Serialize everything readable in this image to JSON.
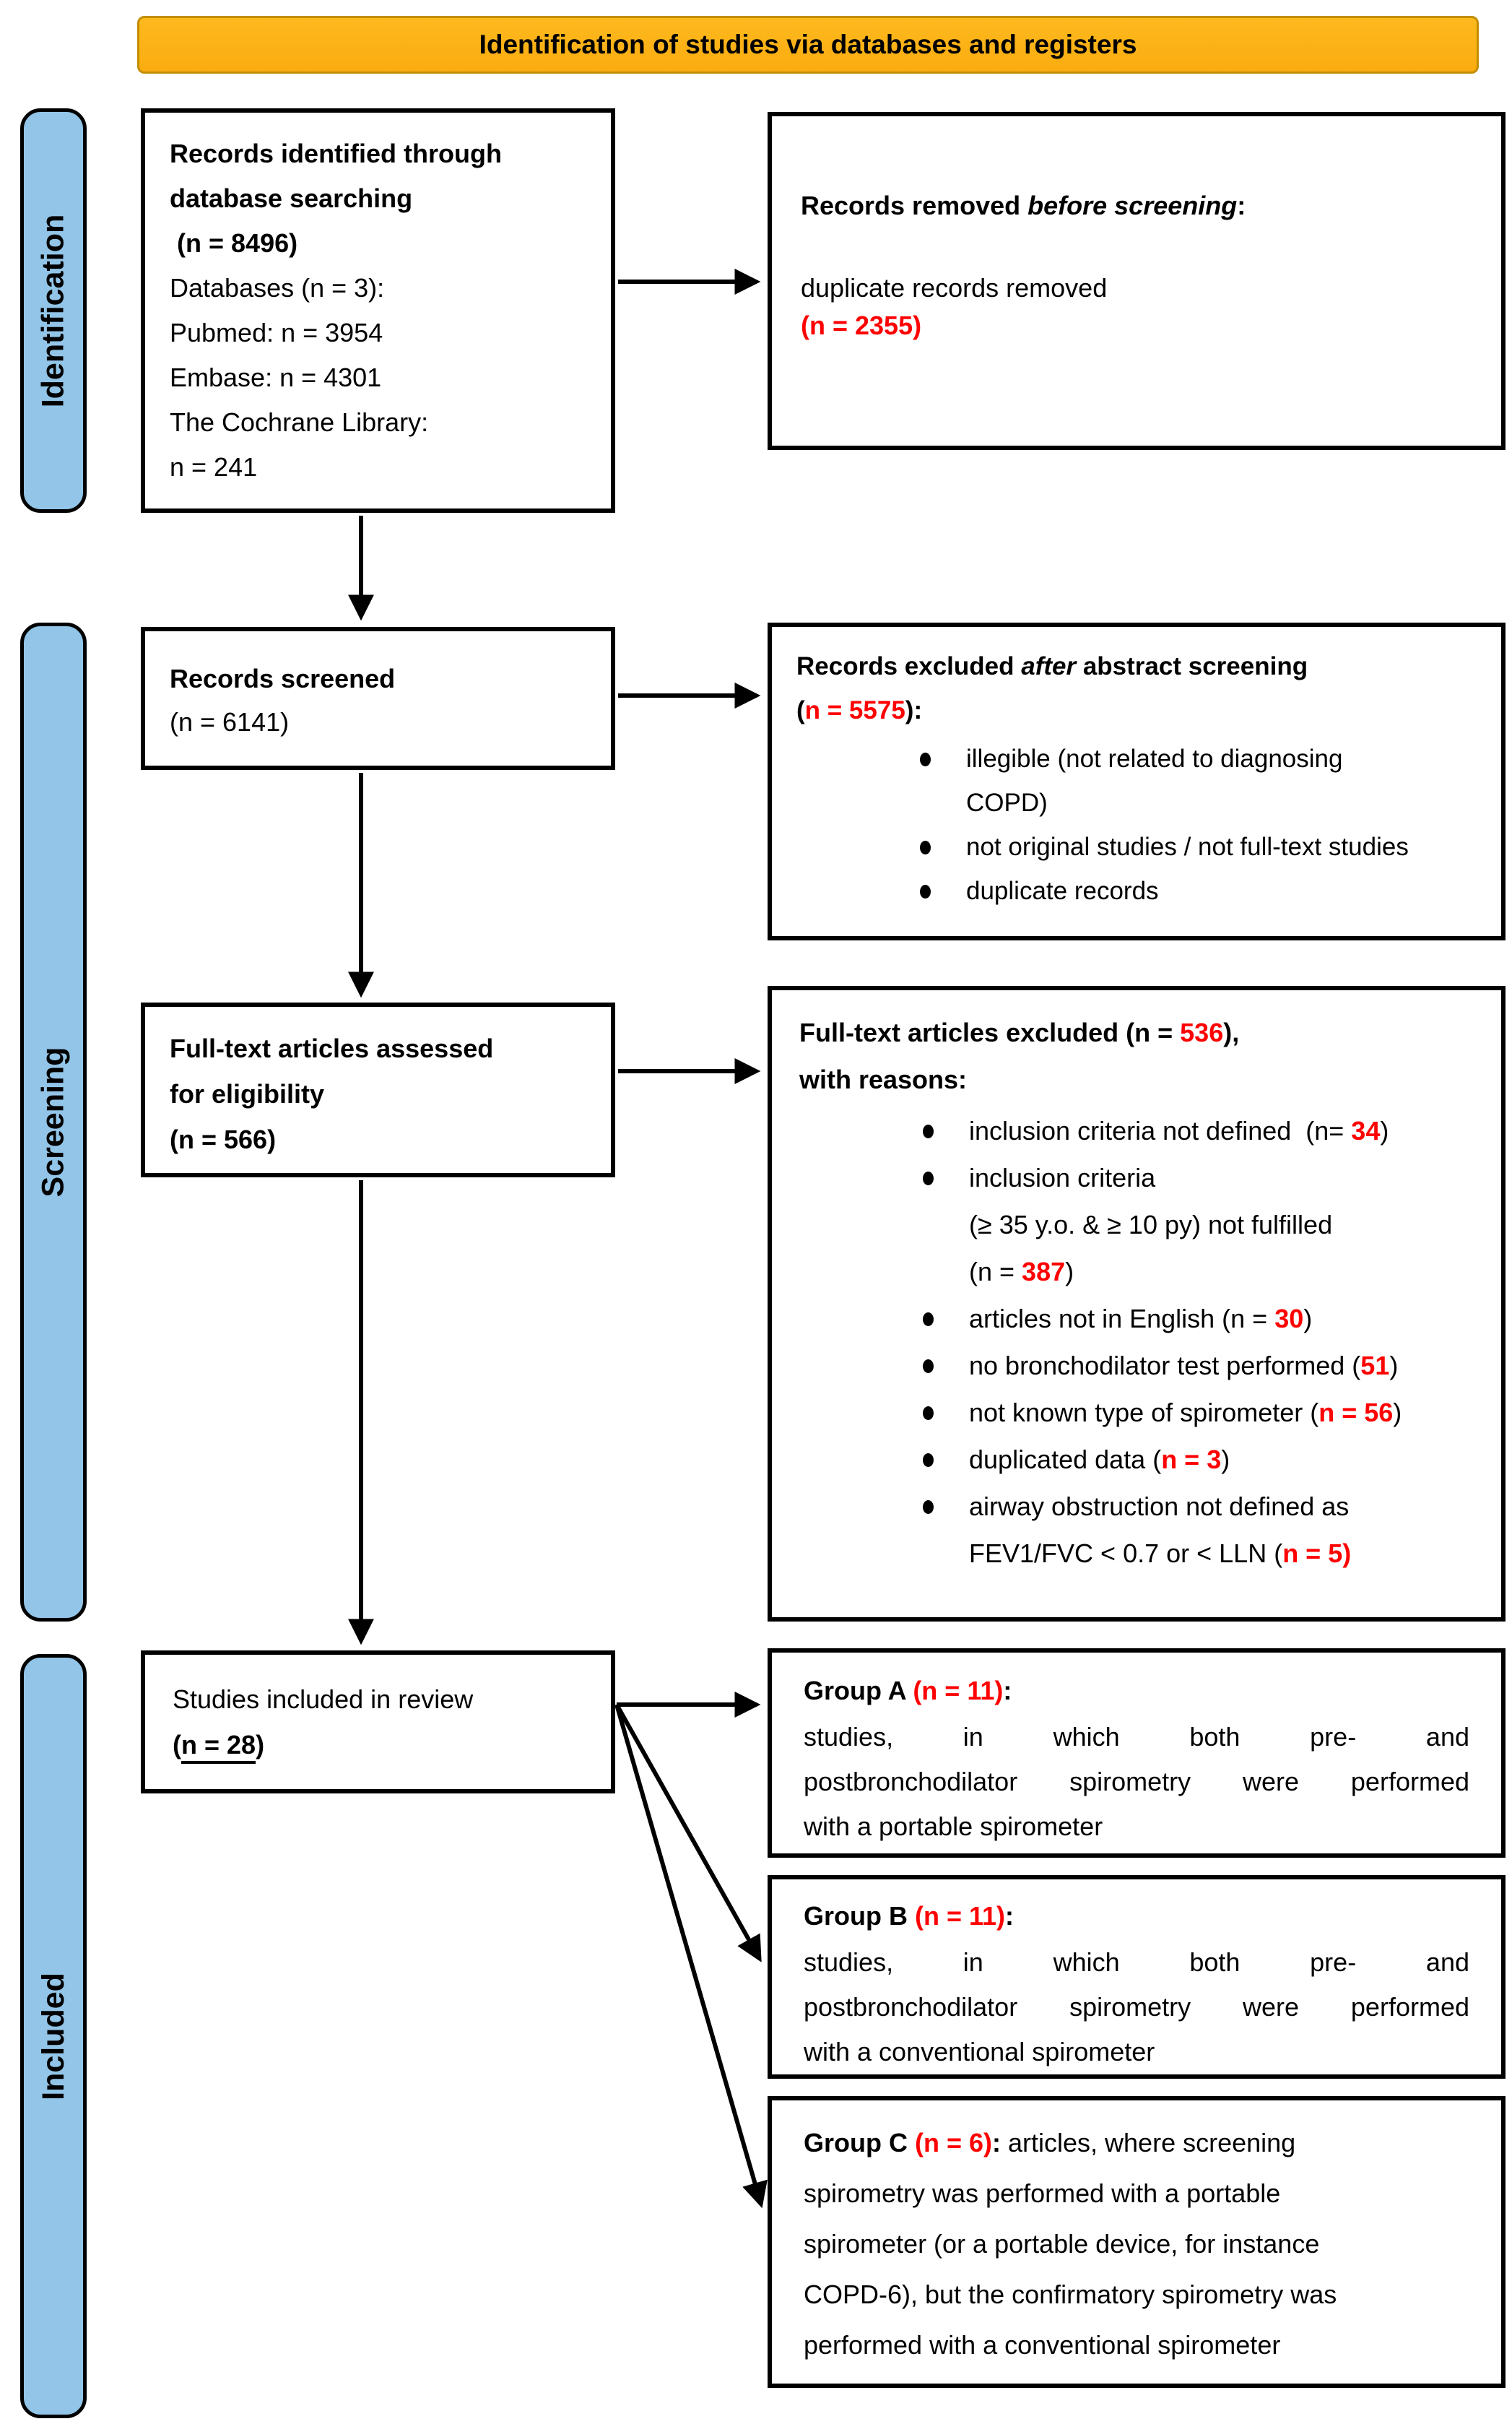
{
  "banner": {
    "title": "Identification of studies via databases and registers"
  },
  "stages": {
    "identification": "Identification",
    "screening": "Screening",
    "included": "Included"
  },
  "colors": {
    "banner_fill": "#FBAE17",
    "banner_border": "#C28E02",
    "stage_fill": "#92C5E8",
    "highlight_red": "#FF0000"
  },
  "identified_box": {
    "line1": "Records identified through",
    "line2": "database searching",
    "line3": " (n = 8496)",
    "line4": "Databases (n = 3):",
    "line5": "Pubmed: n = 3954",
    "line6": "Embase: n = 4301",
    "line7": "The Cochrane Library:",
    "line8": "n = 241"
  },
  "removed_box": {
    "title_pre": "Records removed ",
    "title_italic": "before screening",
    "title_colon": ":",
    "body": "duplicate records removed",
    "count": "(n = 2355)"
  },
  "screened_box": {
    "title": "Records screened",
    "count": "(n = 6141)"
  },
  "abstract_excluded_box": {
    "title_pre": "Records excluded ",
    "title_italic": "after",
    "title_post": " abstract screening",
    "count_open": "(",
    "count_red": "n = 5575",
    "count_close": "):",
    "bullet1_line1": "illegible (not related to diagnosing",
    "bullet1_line2": "COPD)",
    "bullet2": "not original studies / not full-text studies",
    "bullet3": "duplicate records"
  },
  "fulltext_box": {
    "line1": "Full-text articles assessed",
    "line2": "for eligibility",
    "line3": "(n = 566)"
  },
  "fulltext_excluded_box": {
    "title_pre": "Full-text articles excluded (n = ",
    "title_red": "536",
    "title_post": "),",
    "title_line2": "with reasons:",
    "bullet1_pre": "inclusion criteria not defined  (n= ",
    "bullet1_red": "34",
    "bullet1_post": ")",
    "bullet2_line1": "inclusion criteria",
    "bullet2_line2": "(≥ 35 y.o. & ≥ 10 py) not fulfilled",
    "bullet2_line3_pre": "(n = ",
    "bullet2_line3_red": "387",
    "bullet2_line3_post": ")",
    "bullet3_pre": "articles not in English (n = ",
    "bullet3_red": "30",
    "bullet3_post": ")",
    "bullet4_pre": "no bronchodilator test performed (",
    "bullet4_red": "51",
    "bullet4_post": ")",
    "bullet5_pre": "not known type of spirometer (",
    "bullet5_red": "n = 56",
    "bullet5_post": ")",
    "bullet6_pre": "duplicated data (",
    "bullet6_red": "n = 3",
    "bullet6_post": ")",
    "bullet7_line1": "airway obstruction not defined as",
    "bullet7_line2_pre": "FEV1/FVC < 0.7 or < LLN (",
    "bullet7_line2_red": "n = 5)"
  },
  "included_box": {
    "line1": "Studies included in review",
    "count_open": "(",
    "count_underlined": "n = 28",
    "count_close": ")"
  },
  "group_a_box": {
    "title": "Group A ",
    "count_red": "(n = 11)",
    "colon": ":",
    "body_line1": "studies, in which both pre- and",
    "body_line2": "postbronchodilator spirometry were performed",
    "body_line3": "with a portable spirometer"
  },
  "group_b_box": {
    "title": "Group B ",
    "count_red": "(n = 11)",
    "colon": ":",
    "body_line1": "studies, in which both pre- and",
    "body_line2": "postbronchodilator spirometry were performed",
    "body_line3": "with a conventional spirometer"
  },
  "group_c_box": {
    "title": "Group C ",
    "count_red": "(n = 6)",
    "colon": ": ",
    "body_line1": "articles, where screening",
    "body_line2": "spirometry was performed with a portable",
    "body_line3": "spirometer (or a portable device, for instance",
    "body_line4": "COPD-6), but the confirmatory spirometry was",
    "body_line5": "performed with a conventional spirometer"
  }
}
